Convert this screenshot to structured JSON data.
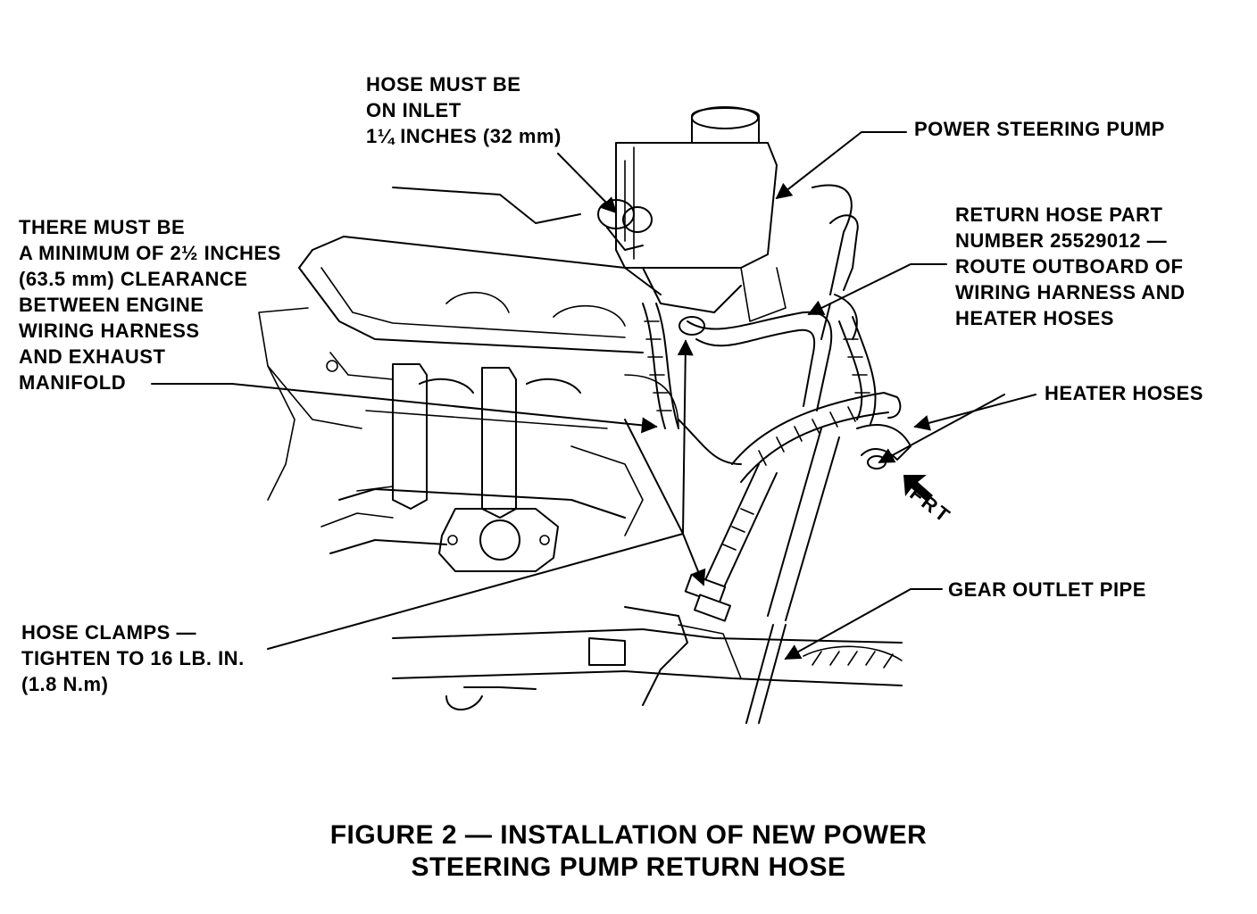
{
  "callouts": {
    "hose_inlet": [
      "HOSE MUST BE",
      "ON INLET",
      "1¼ INCHES (32 mm)"
    ],
    "pump": [
      "POWER STEERING PUMP"
    ],
    "clearance": [
      "THERE MUST BE",
      "A MINIMUM OF 2½ INCHES",
      "(63.5 mm) CLEARANCE",
      "BETWEEN ENGINE",
      "WIRING HARNESS",
      "AND EXHAUST",
      "MANIFOLD"
    ],
    "return_hose": [
      "RETURN HOSE PART",
      "NUMBER 25529012 —",
      "ROUTE OUTBOARD OF",
      "WIRING HARNESS AND",
      "HEATER HOSES"
    ],
    "heater_hoses": [
      "HEATER HOSES"
    ],
    "hose_clamps": [
      "HOSE CLAMPS —",
      "TIGHTEN TO 16 LB. IN.",
      "(1.8 N.m)"
    ],
    "gear_outlet": [
      "GEAR OUTLET PIPE"
    ],
    "direction": "FRT"
  },
  "caption": [
    "FIGURE 2 — INSTALLATION OF NEW POWER",
    "STEERING PUMP RETURN HOSE"
  ]
}
